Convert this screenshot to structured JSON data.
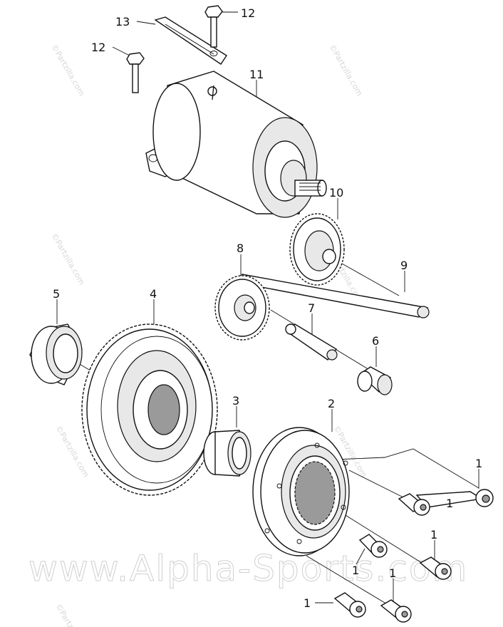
{
  "callouts": [
    {
      "id": "13",
      "text": "13"
    },
    {
      "id": "12a",
      "text": "12"
    },
    {
      "id": "12b",
      "text": "12"
    },
    {
      "id": "11",
      "text": "11"
    },
    {
      "id": "10",
      "text": "10"
    },
    {
      "id": "9",
      "text": "9"
    },
    {
      "id": "8",
      "text": "8"
    },
    {
      "id": "7",
      "text": "7"
    },
    {
      "id": "6",
      "text": "6"
    },
    {
      "id": "5",
      "text": "5"
    },
    {
      "id": "4",
      "text": "4"
    },
    {
      "id": "3",
      "text": "3"
    },
    {
      "id": "2",
      "text": "2"
    },
    {
      "id": "1a",
      "text": "1"
    },
    {
      "id": "1b",
      "text": "1"
    },
    {
      "id": "1c",
      "text": "1"
    },
    {
      "id": "1d",
      "text": "1"
    },
    {
      "id": "1e",
      "text": "1"
    }
  ],
  "watermarks": {
    "main": "www.Alpha-Sports.com",
    "copyright": "©Partzilla.com",
    "small": "©Partzilla.com"
  }
}
